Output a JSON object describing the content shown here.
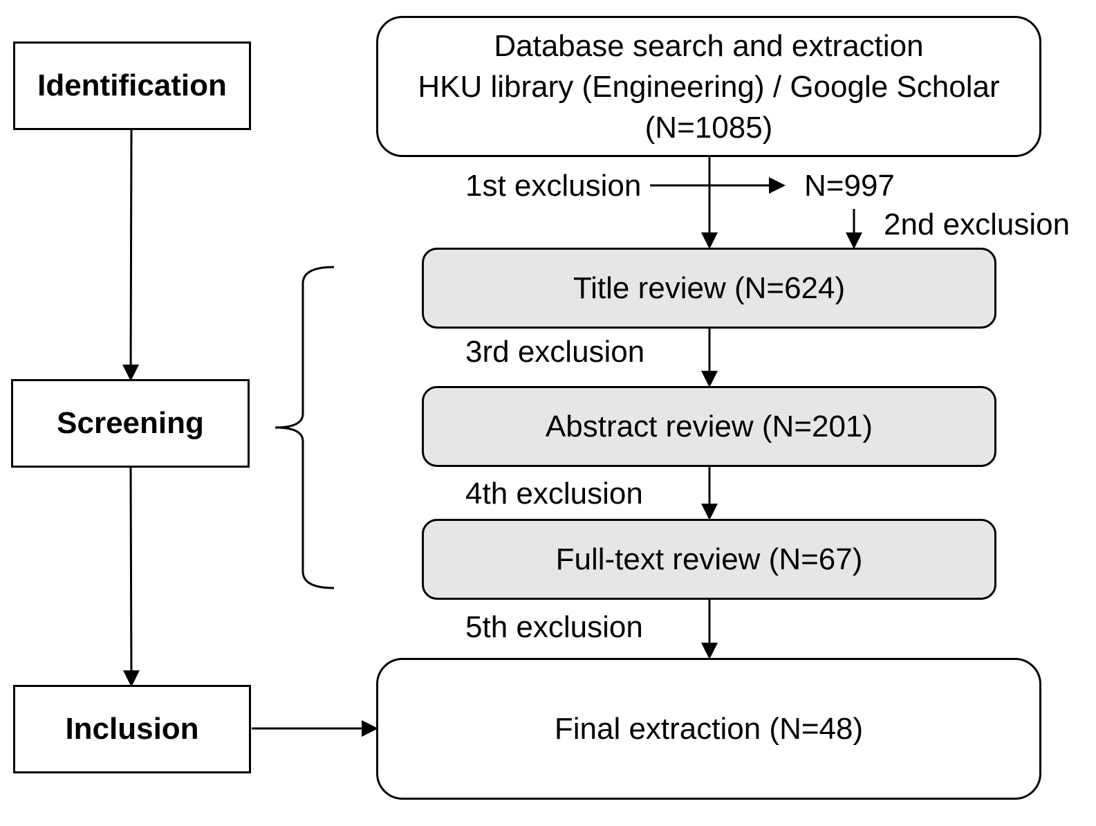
{
  "stages": {
    "identification": "Identification",
    "screening": "Screening",
    "inclusion": "Inclusion"
  },
  "database_box": {
    "line1": "Database search and extraction",
    "line2": "HKU library (Engineering) / Google Scholar",
    "line3": "(N=1085)"
  },
  "exclusions": {
    "first": "1st exclusion",
    "second": "2nd exclusion",
    "third": "3rd exclusion",
    "fourth": "4th exclusion",
    "fifth": "5th exclusion"
  },
  "after_first_exclusion": "N=997",
  "review_boxes": {
    "title": "Title review (N=624)",
    "abstract": "Abstract review (N=201)",
    "fulltext": "Full-text review (N=67)"
  },
  "final_box": "Final extraction (N=48)",
  "colors": {
    "line": "#000000",
    "review_fill": "#e7e6e6",
    "box_fill": "#ffffff"
  }
}
